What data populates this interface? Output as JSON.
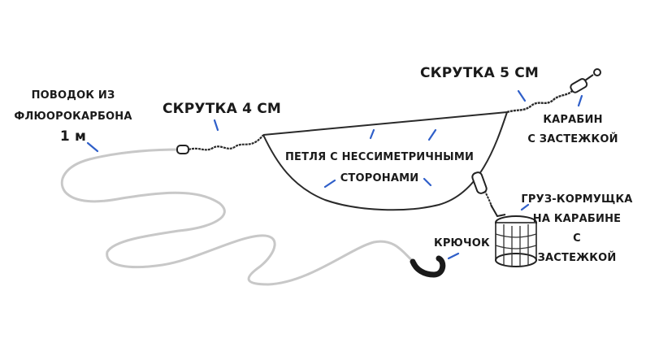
{
  "labels": {
    "leader_line1": "ПОВОДОК ИЗ",
    "leader_line2": "ФЛЮОРОКАРБОНА",
    "leader_line3": "1 м",
    "twist4": "СКРУТКА 4 СМ",
    "twist5": "СКРУТКА 5 СМ",
    "loop_line1": "ПЕТЛЯ С НЕССИМЕТРИЧНЫМИ",
    "loop_line2": "СТОРОНАМИ",
    "carabiner_line1": "КАРАБИН",
    "carabiner_line2": "С ЗАСТЕЖКОЙ",
    "feeder_line1": "ГРУЗ-КОРМУЩКА",
    "feeder_line2": "НА КАРАБИНЕ",
    "feeder_line3": "С",
    "feeder_line4": "ЗАСТЕЖКОЙ",
    "hook": "КРЮЧОК"
  },
  "colors": {
    "line": "#2a2a2a",
    "leader": "#c8c8c8",
    "pointer": "#2f5fc9",
    "text": "#1a1a1a"
  }
}
